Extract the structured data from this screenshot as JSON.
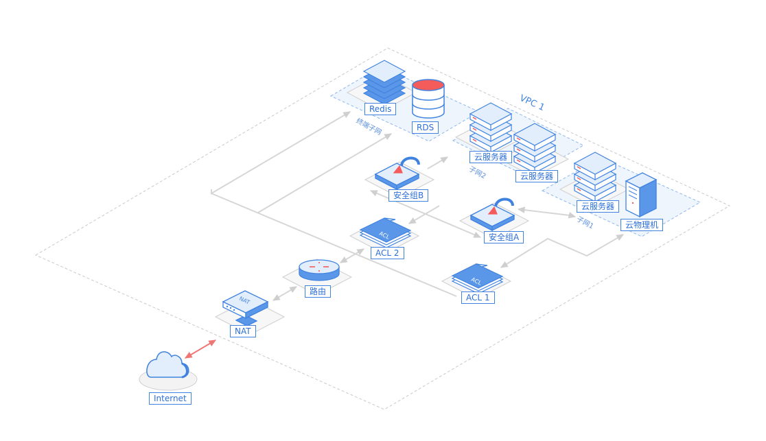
{
  "vpc": {
    "label": "VPC 1"
  },
  "subnets": {
    "terminal": "终端子网",
    "subnet2": "子网2",
    "subnet1": "子网1"
  },
  "nodes": {
    "redis": "Redis",
    "rds": "RDS",
    "cloud_server_1": "云服务器",
    "cloud_server_2": "云服务器",
    "cloud_server_3": "云服务器",
    "physical_server": "云物理机",
    "security_group_b": "安全组B",
    "security_group_a": "安全组A",
    "acl2": "ACL 2",
    "acl1": "ACL 1",
    "router": "路由",
    "nat": "NAT",
    "internet": "Internet"
  },
  "icon_text": {
    "acl": "ACL",
    "nat": "NAT"
  },
  "colors": {
    "accent": "#3f82e0",
    "accent_light": "#e3eefc",
    "alert": "#f45b5b",
    "line": "#d6d6d6"
  }
}
